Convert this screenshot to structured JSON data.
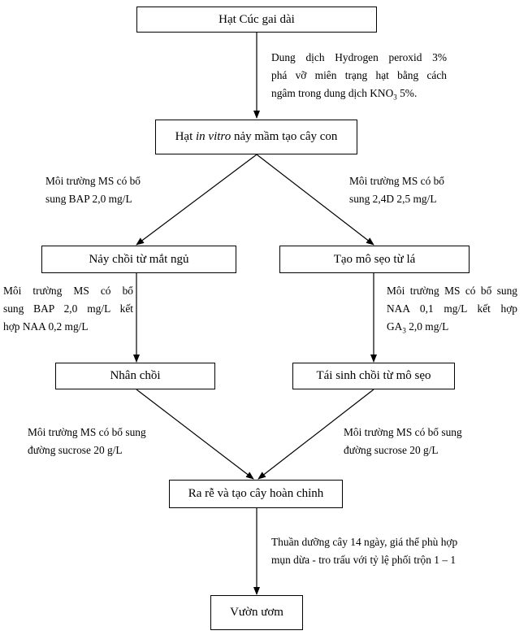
{
  "nodes": {
    "seed": "Hạt Cúc gai dài",
    "germinate": {
      "pre": "Hạt ",
      "italic": "in vitro",
      "post": " nảy mầm tạo cây con"
    },
    "shoot_bud": "Nảy chồi từ mắt ngủ",
    "callus": "Tạo mô sẹo từ lá",
    "multiply": "Nhân chồi",
    "regenerate": "Tái sinh chồi từ mô sẹo",
    "rooting": "Ra rễ và tạo cây hoàn chỉnh",
    "nursery": "Vườn ươm"
  },
  "labels": {
    "sterilize": {
      "l1": "Dung dịch Hydrogen peroxid 3%",
      "l2": "phá vỡ miên trạng hạt bằng cách",
      "l3_pre": "ngâm trong dung dịch KNO",
      "l3_sub": "3",
      "l3_post": " 5%."
    },
    "bap_left": {
      "l1": "Môi trường MS có bổ",
      "l2": "sung BAP 2,0 mg/L"
    },
    "d24_right": {
      "l1": "Môi trường MS có bổ",
      "l2": "sung 2,4D 2,5 mg/L"
    },
    "bap_naa": {
      "l1": "Môi trường MS có bổ",
      "l2": "sung BAP 2,0 mg/L kết",
      "l3": "hợp NAA 0,2 mg/L"
    },
    "naa_ga": {
      "l1": "Môi trường MS có bổ sung",
      "l2": "NAA 0,1 mg/L kết hợp",
      "l3_pre": "GA",
      "l3_sub": "3",
      "l3_post": " 2,0 mg/L"
    },
    "sucrose_left": {
      "l1": "Môi trường MS có bổ sung",
      "l2": "đường sucrose 20 g/L"
    },
    "sucrose_right": {
      "l1": "Môi trường MS có bổ sung",
      "l2": "đường sucrose 20 g/L"
    },
    "acclimatize": {
      "l1": "Thuần dưỡng cây 14 ngày, giá thể phù hợp",
      "l2": "mụn dừa - tro trấu với tỷ lệ phối trộn 1 – 1"
    }
  }
}
